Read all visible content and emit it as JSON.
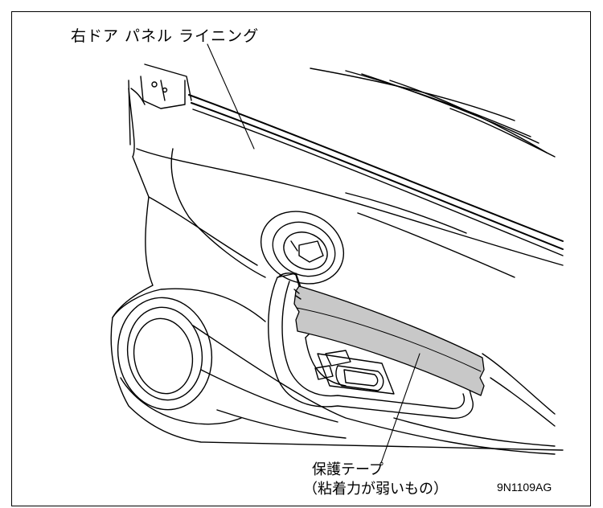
{
  "labels": {
    "panel": "右ドア パネル ライニング",
    "tape_line1": "保護テープ",
    "tape_line2": "（粘着力が弱いもの）",
    "figure_code": "9N1109AG"
  },
  "colors": {
    "line": "#000000",
    "tape_fill": "#c8c8c8",
    "background": "#ffffff"
  }
}
